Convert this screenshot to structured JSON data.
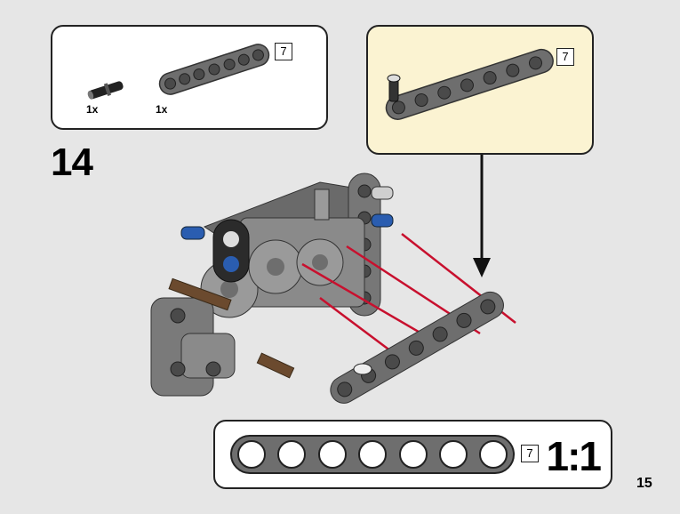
{
  "parts_list": {
    "items": [
      {
        "name": "axle-pin",
        "quantity": "1x"
      },
      {
        "name": "beam",
        "quantity": "1x",
        "element_tag": "7"
      }
    ]
  },
  "callout": {
    "element_tag": "7"
  },
  "step": {
    "number": "14"
  },
  "scale_box": {
    "element_tag": "7",
    "scale_label": "1:1"
  },
  "page": {
    "number": "15"
  },
  "colors": {
    "background": "#e6e6e6",
    "callout_background": "#fbf3d2",
    "beam_gray": "#777777",
    "arrow_red": "#c8102e",
    "pin_blue": "#2a5db0",
    "axle_brown": "#6b4a2e"
  }
}
